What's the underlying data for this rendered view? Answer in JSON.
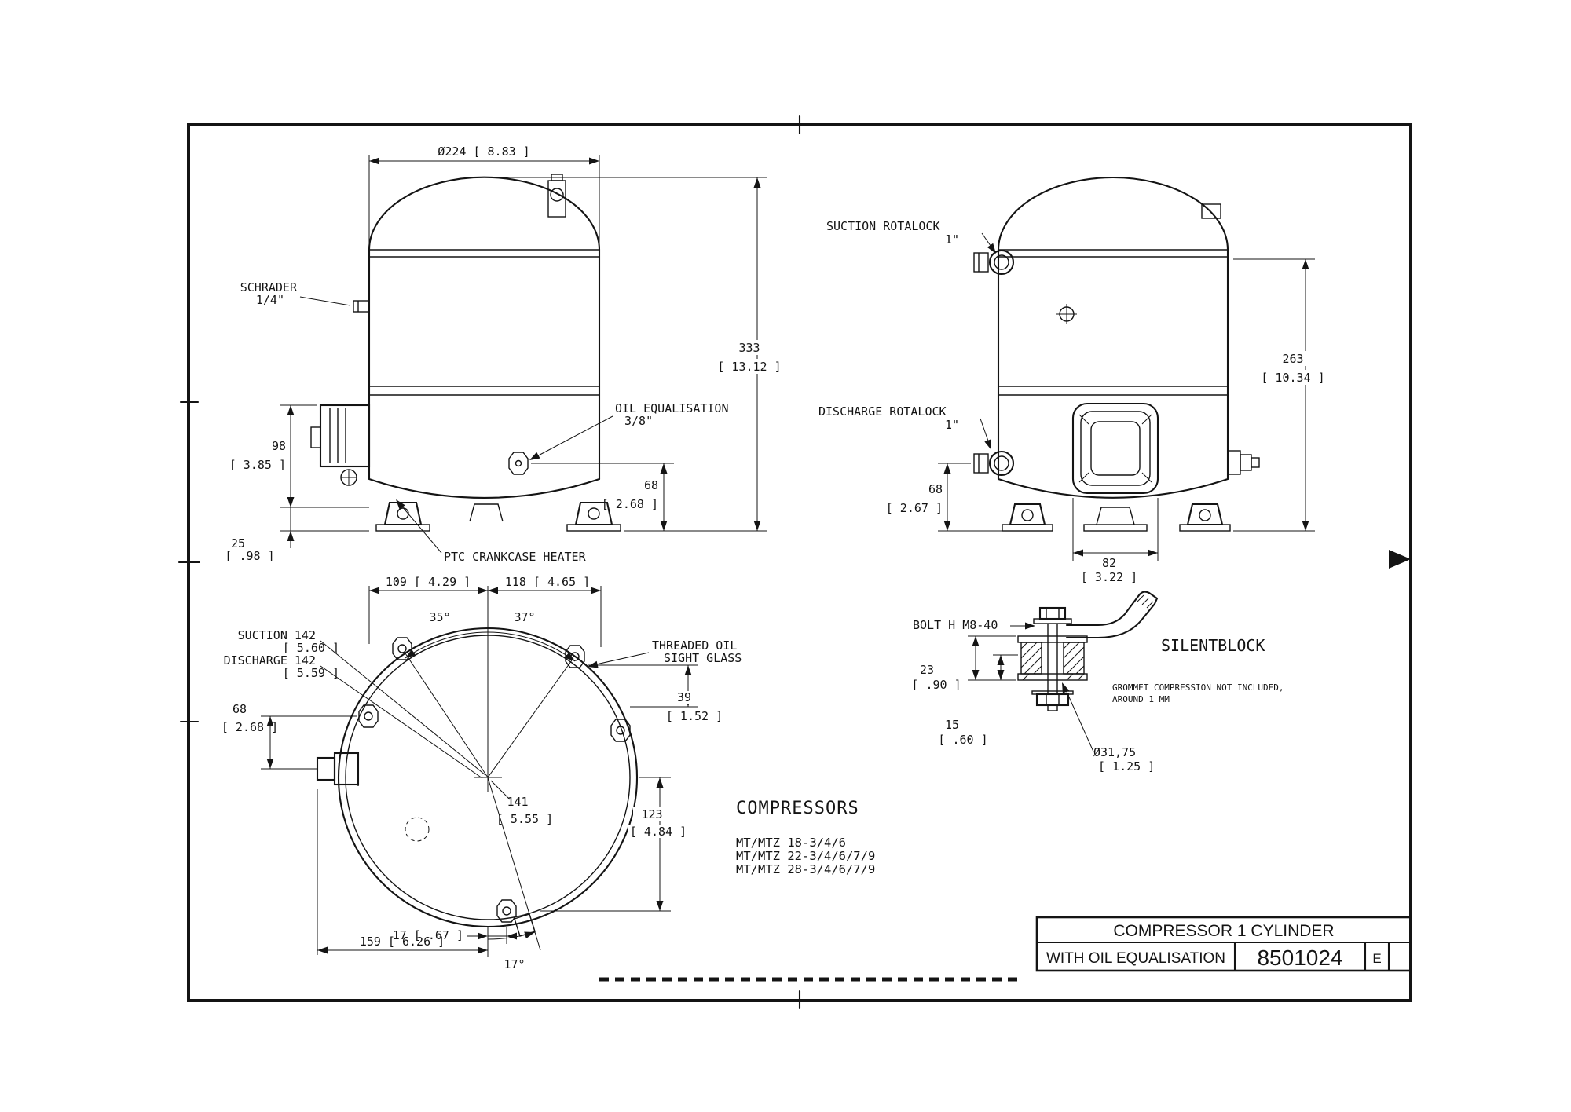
{
  "front": {
    "dia": "Ø224 [ 8.83 ]",
    "schrader1": "SCHRADER",
    "schrader2": "1/4\"",
    "oil1": "OIL EQUALISATION",
    "oil2": "3/8\"",
    "ptc": "PTC CRANKCASE HEATER",
    "h": "333",
    "h_in": "[ 13.12  ]",
    "d68": "68",
    "d68_in": "[ 2.68 ]",
    "d98": "98",
    "d98_in": "[ 3.85 ]",
    "d25": "25",
    "d25_in": "[ .98 ]"
  },
  "side": {
    "suction1": "SUCTION ROTALOCK",
    "suction2": "1\"",
    "discharge1": "DISCHARGE ROTALOCK",
    "discharge2": "1\"",
    "h": "263",
    "h_in": "[ 10.34  ]",
    "d68": "68",
    "d68_in": "[ 2.67 ]",
    "d82": "82",
    "d82_in": "[ 3.22 ]"
  },
  "top": {
    "d109": "109  [ 4.29 ]",
    "d118": "118  [ 4.65 ]",
    "a35": "35°",
    "a37": "37°",
    "suction": "SUCTION  142",
    "suction_in": "[ 5.60 ]",
    "discharge": "DISCHARGE  142",
    "discharge_in": "[ 5.59 ]",
    "sight1": "THREADED OIL",
    "sight2": "SIGHT GLASS",
    "d39": "39",
    "d39_in": "[ 1.52 ]",
    "d68": "68",
    "d68_in": "[ 2.68 ]",
    "d141": "141",
    "d141_in": "[ 5.55 ]",
    "d123": "123",
    "d123_in": "[ 4.84 ]",
    "d17": "17  [ .67 ]",
    "d159": "159   [ 6.26 ]",
    "a17": "17°"
  },
  "silentblock": {
    "bolt": "BOLT H M8-40",
    "title": "SILENTBLOCK",
    "d23": "23",
    "d23_in": "[ .90 ]",
    "d15": "15",
    "d15_in": "[ .60 ]",
    "dia": "Ø31,75",
    "dia_in": "[ 1.25  ]",
    "note1": "GROMMET COMPRESSION NOT INCLUDED,",
    "note2": "AROUND 1 MM"
  },
  "compressors": {
    "heading": "COMPRESSORS",
    "models": [
      "MT/MTZ 18-3/4/6",
      "MT/MTZ 22-3/4/6/7/9",
      "MT/MTZ 28-3/4/6/7/9"
    ]
  },
  "title_block": {
    "line1": "COMPRESSOR 1 CYLINDER",
    "line2": "WITH OIL EQUALISATION",
    "number": "8501024",
    "rev": "E"
  }
}
